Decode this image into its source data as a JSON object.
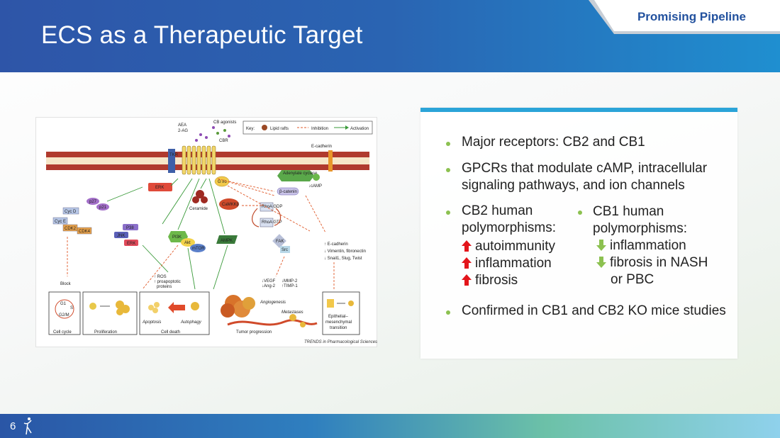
{
  "header": {
    "title": "ECS as a Therapeutic Target",
    "section_tab": "Promising Pipeline"
  },
  "footer": {
    "page_number": "6"
  },
  "colors": {
    "header_blue": "#2e55a8",
    "card_accent": "#2ba4d8",
    "bullet_green": "#8cc150",
    "up_red": "#e3151b",
    "down_green": "#8cc150"
  },
  "figure": {
    "key_label": "Key:",
    "key_lipid": "Lipid rafts",
    "key_inhibition": "Inhibition",
    "key_activation": "Activation",
    "ligands": "AEA\n2-AG",
    "ligand_aea": "AEA",
    "ligand_2ag": "2-AG",
    "cb_agonists": "CB agonists",
    "cbr": "CBR",
    "tkr": "TKR",
    "ecadherin_top": "E-cadherin",
    "adenylate": "Adenylate cyclase",
    "camp": "↓cAMP",
    "gio": "G i/o",
    "bcatenin": "β-catenin",
    "erk": "ERK",
    "ceramide": "Ceramide",
    "camkk": "CaMKKβ",
    "rhoa_gdp": "RhoA GDP",
    "rhoa_gtp": "RhoA GTP",
    "p27": "p27",
    "p21": "p21",
    "cycd": "Cyc D",
    "cyce": "Cyc E",
    "cdk2": "CDK2",
    "cdk4": "CDK4",
    "p38": "P38",
    "jnk": "JNK",
    "erk_low": "ERK",
    "pi3k": "PI3K",
    "akt": "Akt",
    "mtor": "mTOR",
    "ampk": "AMPK",
    "fak": "FAK",
    "src": "Src",
    "ecad_list_1": "↑ E-cadherin",
    "ecad_list_2": "↓ Vimentin, fibronectin",
    "ecad_list_3": "↓ Snail1, Slug, Twist",
    "ros_1": "↑ ROS",
    "ros_2": "↑ proapoptotic",
    "ros_3": "proteins",
    "vegf": "↓VEGF",
    "ang2": "↓Ang-2",
    "mmp2": "↓MMP-2",
    "timp1": "↑TIMP-1",
    "block": "Block",
    "g1": "G1",
    "s": "S",
    "g2m": "G2/M",
    "panel_cell_cycle": "Cell cycle",
    "panel_proliferation": "Proliferation",
    "apoptosis": "Apoptosis",
    "autophagy": "Autophagy",
    "panel_cell_death": "Cell death",
    "angiogenesis": "Angiogenesis",
    "metastases": "Metastases",
    "panel_tumor": "Tumor progression",
    "panel_emt_1": "Epithelial–",
    "panel_emt_2": "mesenchymal",
    "panel_emt_3": "transition",
    "caption": "TRENDS in Pharmacological Sciences"
  },
  "card": {
    "bullet1": "Major receptors: CB2 and CB1",
    "bullet2_line1": "GPCRs that modulate cAMP, intracellular",
    "bullet2_line2": "signaling pathways, and ion channels",
    "cb2_line1": "CB2 human",
    "cb2_line2": "polymorphisms:",
    "cb2_items": [
      "autoimmunity",
      "inflammation",
      "fibrosis"
    ],
    "cb1_line1": "CB1 human",
    "cb1_line2": "polymorphisms:",
    "cb1_items": [
      "inflammation",
      "fibrosis in NASH"
    ],
    "cb1_item2_cont": "or PBC",
    "bullet4": "Confirmed in CB1 and CB2 KO mice studies"
  }
}
